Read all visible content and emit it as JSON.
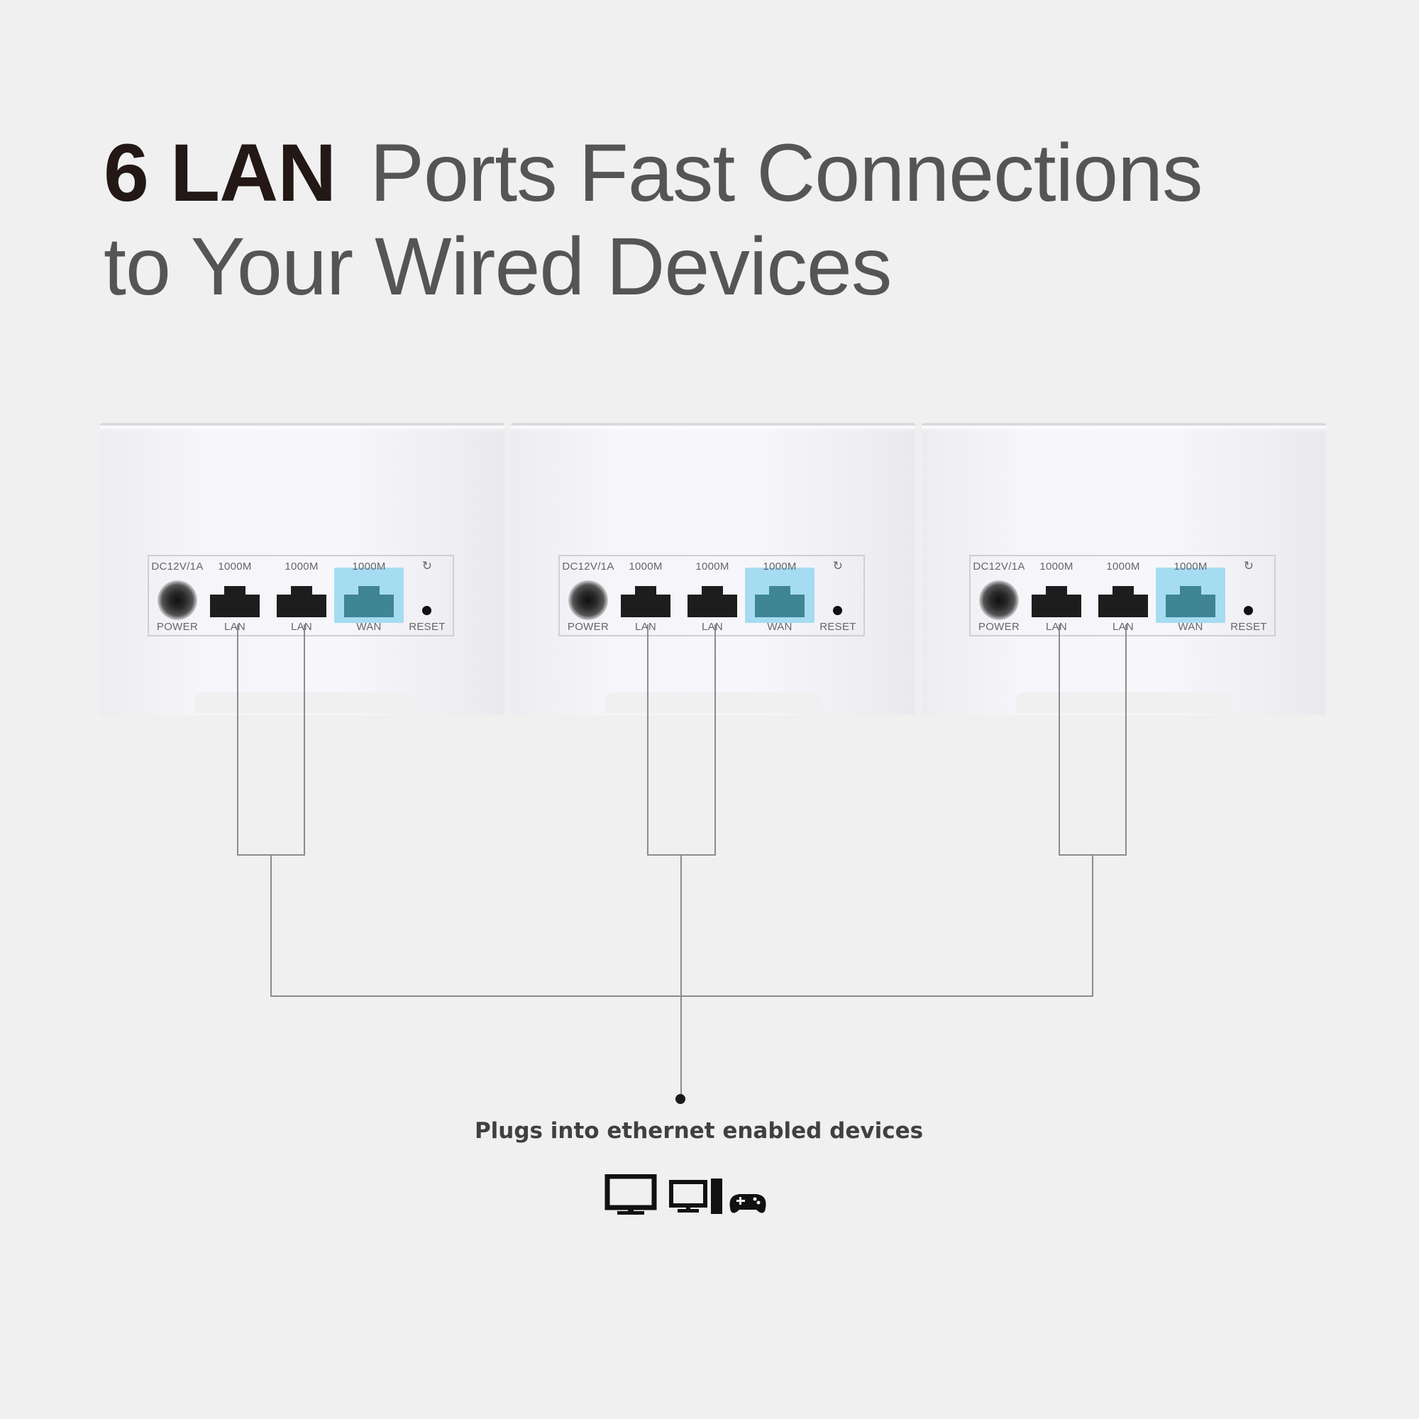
{
  "headline": {
    "bold_part": "6 LAN",
    "line1_rest": "Ports Fast Connections",
    "line2": "to Your Wired Devices"
  },
  "router_panel": {
    "power_rating": "DC12V/1A",
    "speed_label": "1000M",
    "power_label": "POWER",
    "lan_label": "LAN",
    "wan_label": "WAN",
    "reset_label": "RESET",
    "reset_symbol": "↻"
  },
  "routers": [
    {
      "id": "router-1"
    },
    {
      "id": "router-2"
    },
    {
      "id": "router-3"
    }
  ],
  "caption": "Plugs into ethernet enabled devices",
  "device_icons": [
    "monitor-icon",
    "desktop-computer-icon",
    "gamepad-icon"
  ],
  "colors": {
    "background": "#f0f0f0",
    "wan_port": "#3f8593",
    "wan_highlight": "#a6dcf2",
    "lan_port": "#1d1d1d",
    "wire": "#8c8c8c"
  }
}
